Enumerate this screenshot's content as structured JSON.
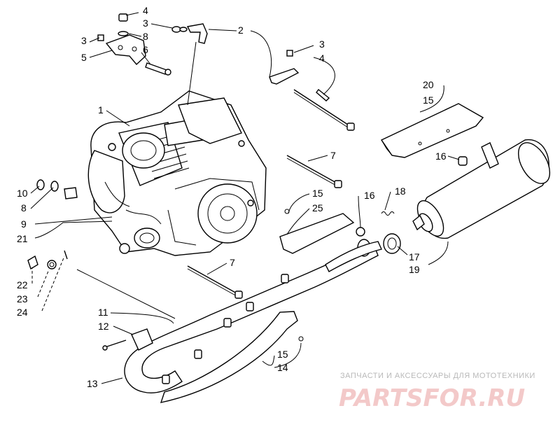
{
  "callouts": {
    "c1": "1",
    "c2": "2",
    "c3a": "3",
    "c3b": "3",
    "c3c": "3",
    "c4a": "4",
    "c4b": "4",
    "c5": "5",
    "c6": "6",
    "c7a": "7",
    "c7b": "7",
    "c8a": "8",
    "c8b": "8",
    "c9": "9",
    "c10": "10",
    "c11": "11",
    "c12": "12",
    "c13": "13",
    "c14": "14",
    "c15a": "15",
    "c15b": "15",
    "c15c": "15",
    "c16a": "16",
    "c16b": "16",
    "c17": "17",
    "c18": "18",
    "c19": "19",
    "c20": "20",
    "c21": "21",
    "c22": "22",
    "c23": "23",
    "c24": "24",
    "c25": "25"
  },
  "watermark": {
    "caption": "ЗАПЧАСТИ И АКСЕССУАРЫ ДЛЯ МОТОТЕХНИКИ",
    "logo": "PARTSFOR.RU",
    "color": "#f3c9c9"
  }
}
